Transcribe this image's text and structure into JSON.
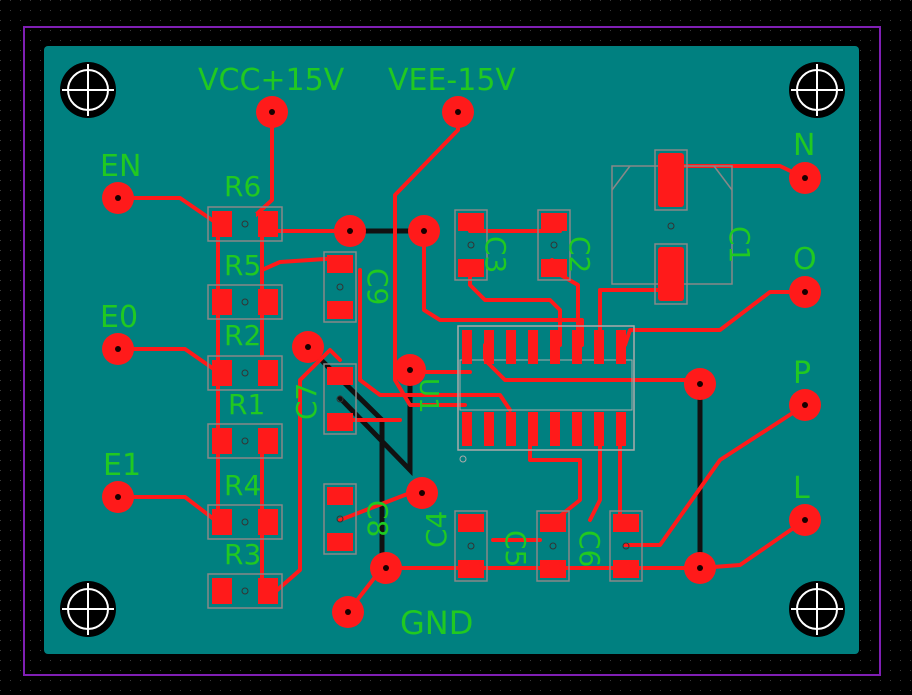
{
  "colors": {
    "background": "#000000",
    "board": "#008080",
    "copper": "#ff1a1a",
    "silkscreen": "#21c921",
    "outline": "#7f1fb4",
    "bottom_trace": "#111111"
  },
  "labels": {
    "vcc": "VCC+15V",
    "vee": "VEE-15V",
    "gnd": "GND",
    "en": "EN",
    "e0": "E0",
    "e1": "E1",
    "n": "N",
    "o": "O",
    "p": "P",
    "l": "L"
  },
  "components": {
    "r6": "R6",
    "r5": "R5",
    "r2": "R2",
    "r1": "R1",
    "r4": "R4",
    "r3": "R3",
    "c1": "C1",
    "c2": "C2",
    "c3": "C3",
    "c4": "C4",
    "c5": "C5",
    "c6": "C6",
    "c7": "C7",
    "c8": "C8",
    "c9": "C9",
    "u1": "U1"
  }
}
